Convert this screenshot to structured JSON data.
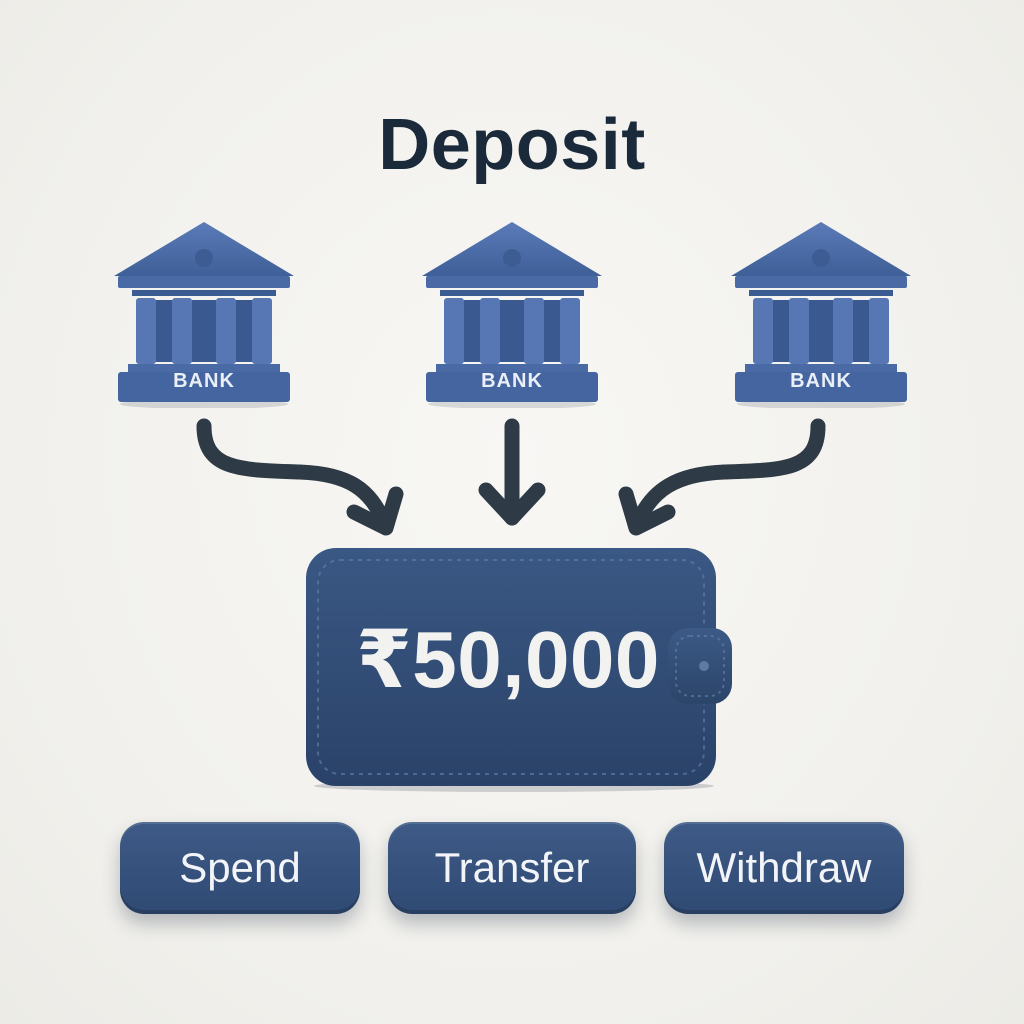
{
  "title": "Deposit",
  "banks": [
    {
      "label": "BANK"
    },
    {
      "label": "BANK"
    },
    {
      "label": "BANK"
    }
  ],
  "wallet": {
    "balance": "₹50,000"
  },
  "actions": {
    "spend": "Spend",
    "transfer": "Transfer",
    "withdraw": "Withdraw"
  },
  "colors": {
    "background": "#f3f2ef",
    "title": "#1b2a3b",
    "bank": "#4a6aa6",
    "wallet": "#2f4b75",
    "arrow": "#2e3a45",
    "button": "#35507b"
  }
}
